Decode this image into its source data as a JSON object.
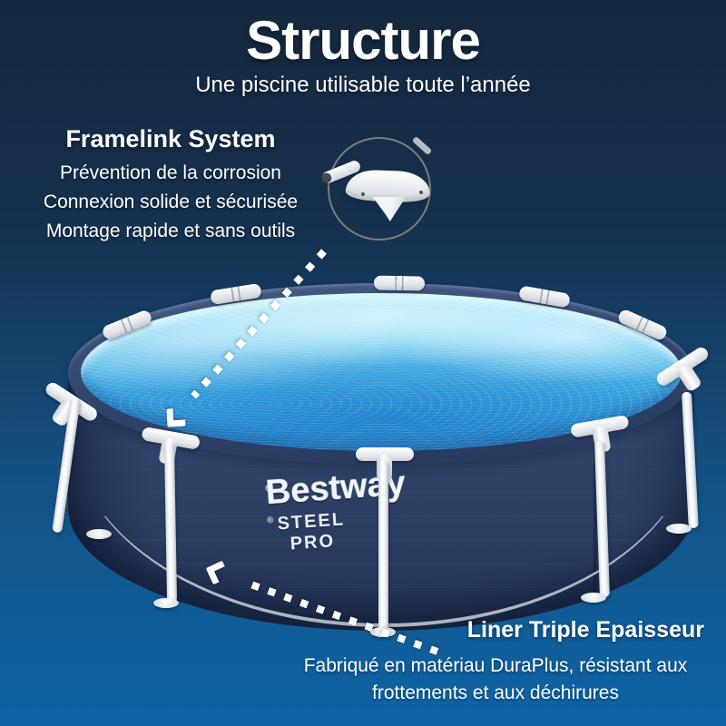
{
  "header": {
    "title": "Structure",
    "subtitle": "Une piscine utilisable toute l’année"
  },
  "framelink": {
    "heading": "Framelink System",
    "lines": [
      "Prévention de la corrosion",
      "Connexion solide et sécurisée",
      "Montage rapide et sans outils"
    ]
  },
  "liner": {
    "heading": "Liner Triple Epaisseur",
    "lines": [
      "Fabriqué en matériau DuraPlus, résistant aux",
      "frottements et aux déchirures"
    ]
  },
  "pool": {
    "brand": "Bestway",
    "brand_mark": "®",
    "model": "STEEL PRO",
    "model_mark": "®"
  },
  "icons": {
    "inset": "frame-connector-photo",
    "arrow_framelink": "dashed-arrow",
    "arrow_liner": "dashed-arrow"
  },
  "colors": {
    "bg_top": "#15283e",
    "bg_bottom": "#0e64a6",
    "text": "#ffffff",
    "pool_navy": "#2e4166",
    "pool_navy_dark": "#223253",
    "water_light": "#a8e7f8",
    "water_deep": "#2b8ed2",
    "frame_white": "#f4f6f8",
    "ring_gray": "#7c7c7c"
  }
}
